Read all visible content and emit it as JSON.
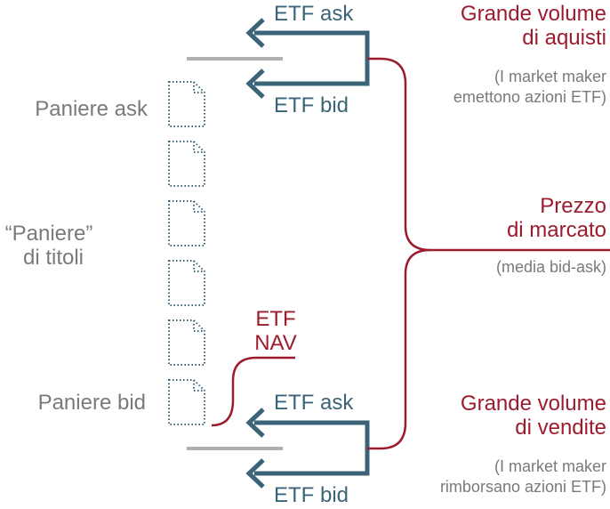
{
  "colors": {
    "etf_arrow": "#3c6478",
    "market_line": "#9c1c2e",
    "basket_line": "#b0b0b0",
    "doc_outline": "#3c6478",
    "side_text": "#7a7a7a"
  },
  "basket": {
    "ask_label": "Paniere ask",
    "title_line1": "“Paniere”",
    "title_line2": "di titoli",
    "bid_label": "Paniere bid",
    "document_icon_count": 6
  },
  "top_pair": {
    "ask_label": "ETF ask",
    "bid_label": "ETF bid"
  },
  "bottom_pair": {
    "ask_label": "ETF ask",
    "bid_label": "ETF bid"
  },
  "nav": {
    "line1": "ETF",
    "line2": "NAV"
  },
  "buy": {
    "title_line1": "Grande volume",
    "title_line2": "di aquisti",
    "note_line1": "(I market maker",
    "note_line2": "emettono azioni ETF)"
  },
  "market": {
    "title_line1": "Prezzo",
    "title_line2": "di marcato",
    "note": "(media bid-ask)"
  },
  "sell": {
    "title_line1": "Grande volume",
    "title_line2": "di vendite",
    "note_line1": "(I market maker",
    "note_line2": "rimborsano azioni ETF)"
  }
}
